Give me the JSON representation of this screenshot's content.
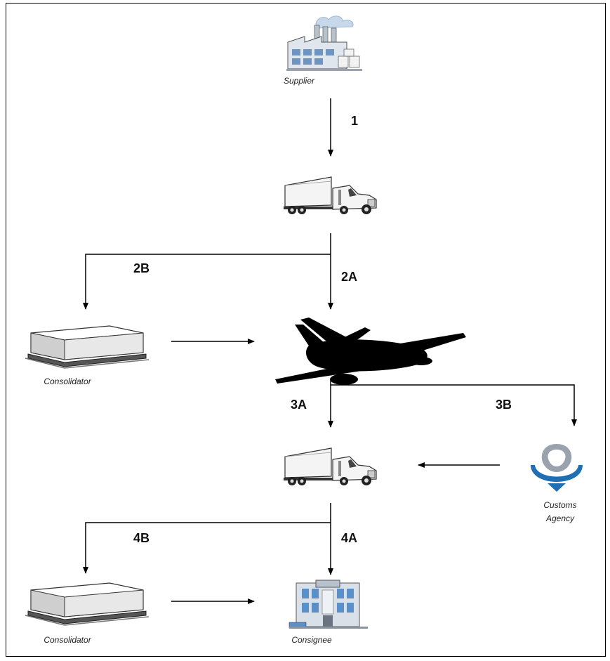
{
  "nodes": {
    "supplier": {
      "caption": "Supplier",
      "icon": "factory-icon"
    },
    "truck_pickup": {
      "icon": "truck-icon"
    },
    "consolidator_origin": {
      "caption": "Consolidator",
      "icon": "pallet-icon"
    },
    "airplane": {
      "icon": "airplane-icon"
    },
    "truck_delivery": {
      "icon": "truck-icon"
    },
    "customs": {
      "caption_line1": "Customs",
      "caption_line2": "Agency",
      "icon": "customs-logo-icon"
    },
    "consolidator_destination": {
      "caption": "Consolidator",
      "icon": "pallet-icon"
    },
    "consignee": {
      "caption": "Consignee",
      "icon": "building-icon"
    }
  },
  "steps": {
    "s1": "1",
    "s2a": "2A",
    "s2b": "2B",
    "s3a": "3A",
    "s3b": "3B",
    "s4a": "4A",
    "s4b": "4B"
  },
  "colors": {
    "line": "#000000",
    "customs_blue": "#1f6fb2",
    "customs_grey": "#9aa3ad",
    "building_blue": "#5b8fc7"
  }
}
